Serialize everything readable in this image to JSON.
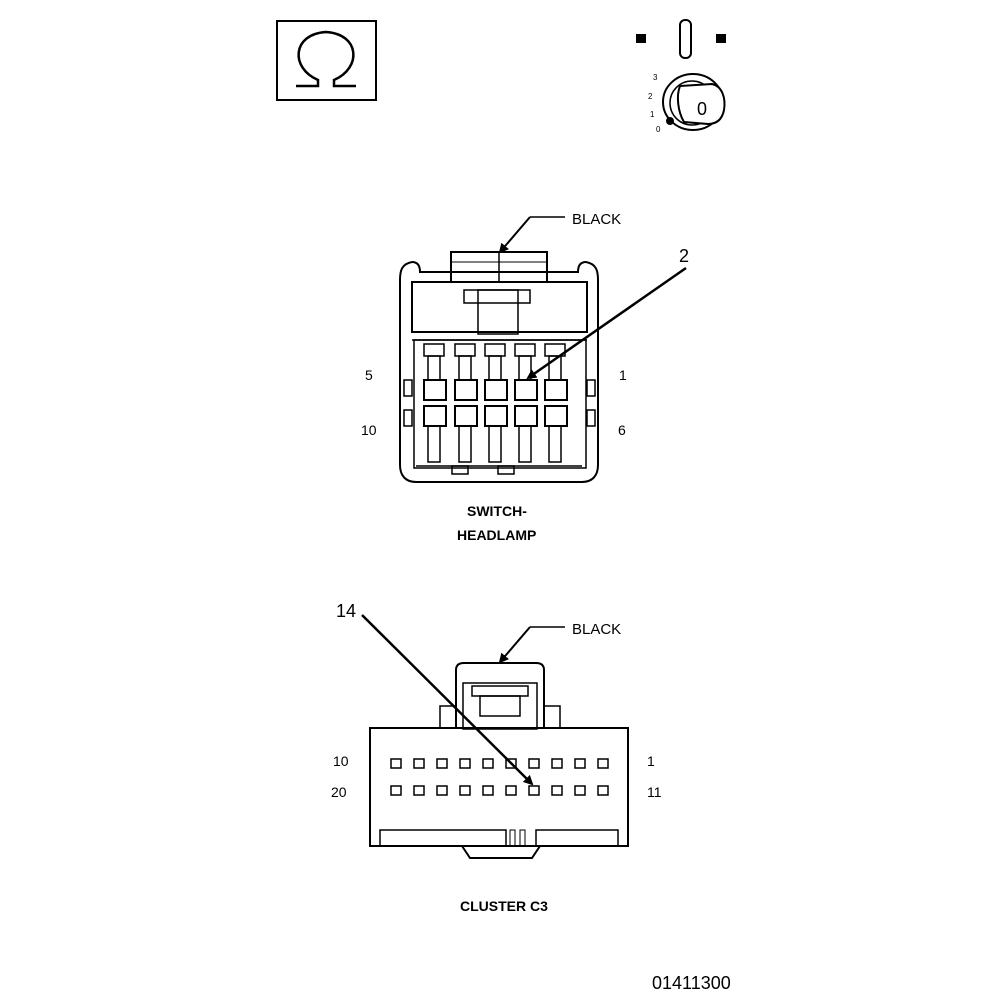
{
  "symbols": {
    "ohm_icon": "omega-icon",
    "ignition_icon": "ignition-key-icon",
    "ignition_positions": [
      "3",
      "2",
      "1",
      "0"
    ],
    "key_label": "0"
  },
  "headlamp_connector": {
    "color_label": "BLACK",
    "callout": "2",
    "pin_left_top": "5",
    "pin_right_top": "1",
    "pin_left_bottom": "10",
    "pin_right_bottom": "6",
    "caption_line1": "SWITCH-",
    "caption_line2": "HEADLAMP"
  },
  "cluster_connector": {
    "color_label": "BLACK",
    "callout": "14",
    "pin_left_top": "10",
    "pin_right_top": "1",
    "pin_left_bottom": "20",
    "pin_right_bottom": "11",
    "caption": "CLUSTER C3"
  },
  "figure_id": "01411300"
}
